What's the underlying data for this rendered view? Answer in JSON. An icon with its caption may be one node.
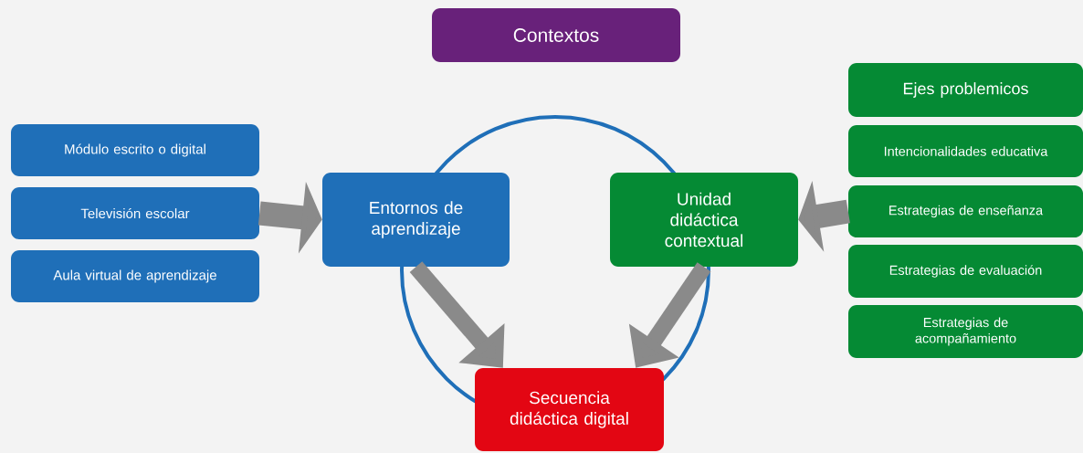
{
  "diagram": {
    "nodes": [
      {
        "text": [
          "Contextos"
        ]
      },
      {
        "text": [
          "Módulo escrito o digital"
        ]
      },
      {
        "text": [
          "Televisión escolar"
        ]
      },
      {
        "text": [
          "Aula virtual de aprendizaje"
        ]
      },
      {
        "text": [
          "Entornos de aprendizaje"
        ]
      },
      {
        "text": [
          "Unidad didáctica contextual"
        ]
      },
      {
        "text": [
          "Ejes problemicos"
        ]
      },
      {
        "text": [
          "Intencionalidades educativa"
        ]
      },
      {
        "text": [
          "Estrategias de enseñanza"
        ]
      },
      {
        "text": [
          "Estrategias de evaluación"
        ]
      },
      {
        "text": [
          "Estrategias de acompañamiento"
        ]
      },
      {
        "text": [
          "Secuencia didáctica digital"
        ]
      }
    ],
    "edges": [
      {
        "from": 2,
        "to": 4,
        "arrow": "to"
      },
      {
        "from": 8,
        "to": 5,
        "arrow": "to"
      },
      {
        "from": 4,
        "to": 11,
        "arrow": "to"
      },
      {
        "from": 5,
        "to": 11,
        "arrow": "to"
      }
    ]
  }
}
